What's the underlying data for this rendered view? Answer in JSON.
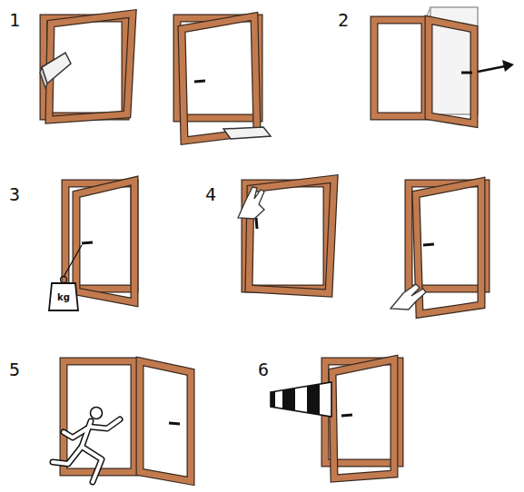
{
  "diagram": {
    "labels": [
      "1",
      "2",
      "3",
      "4",
      "5",
      "6",
      "kg"
    ]
  }
}
